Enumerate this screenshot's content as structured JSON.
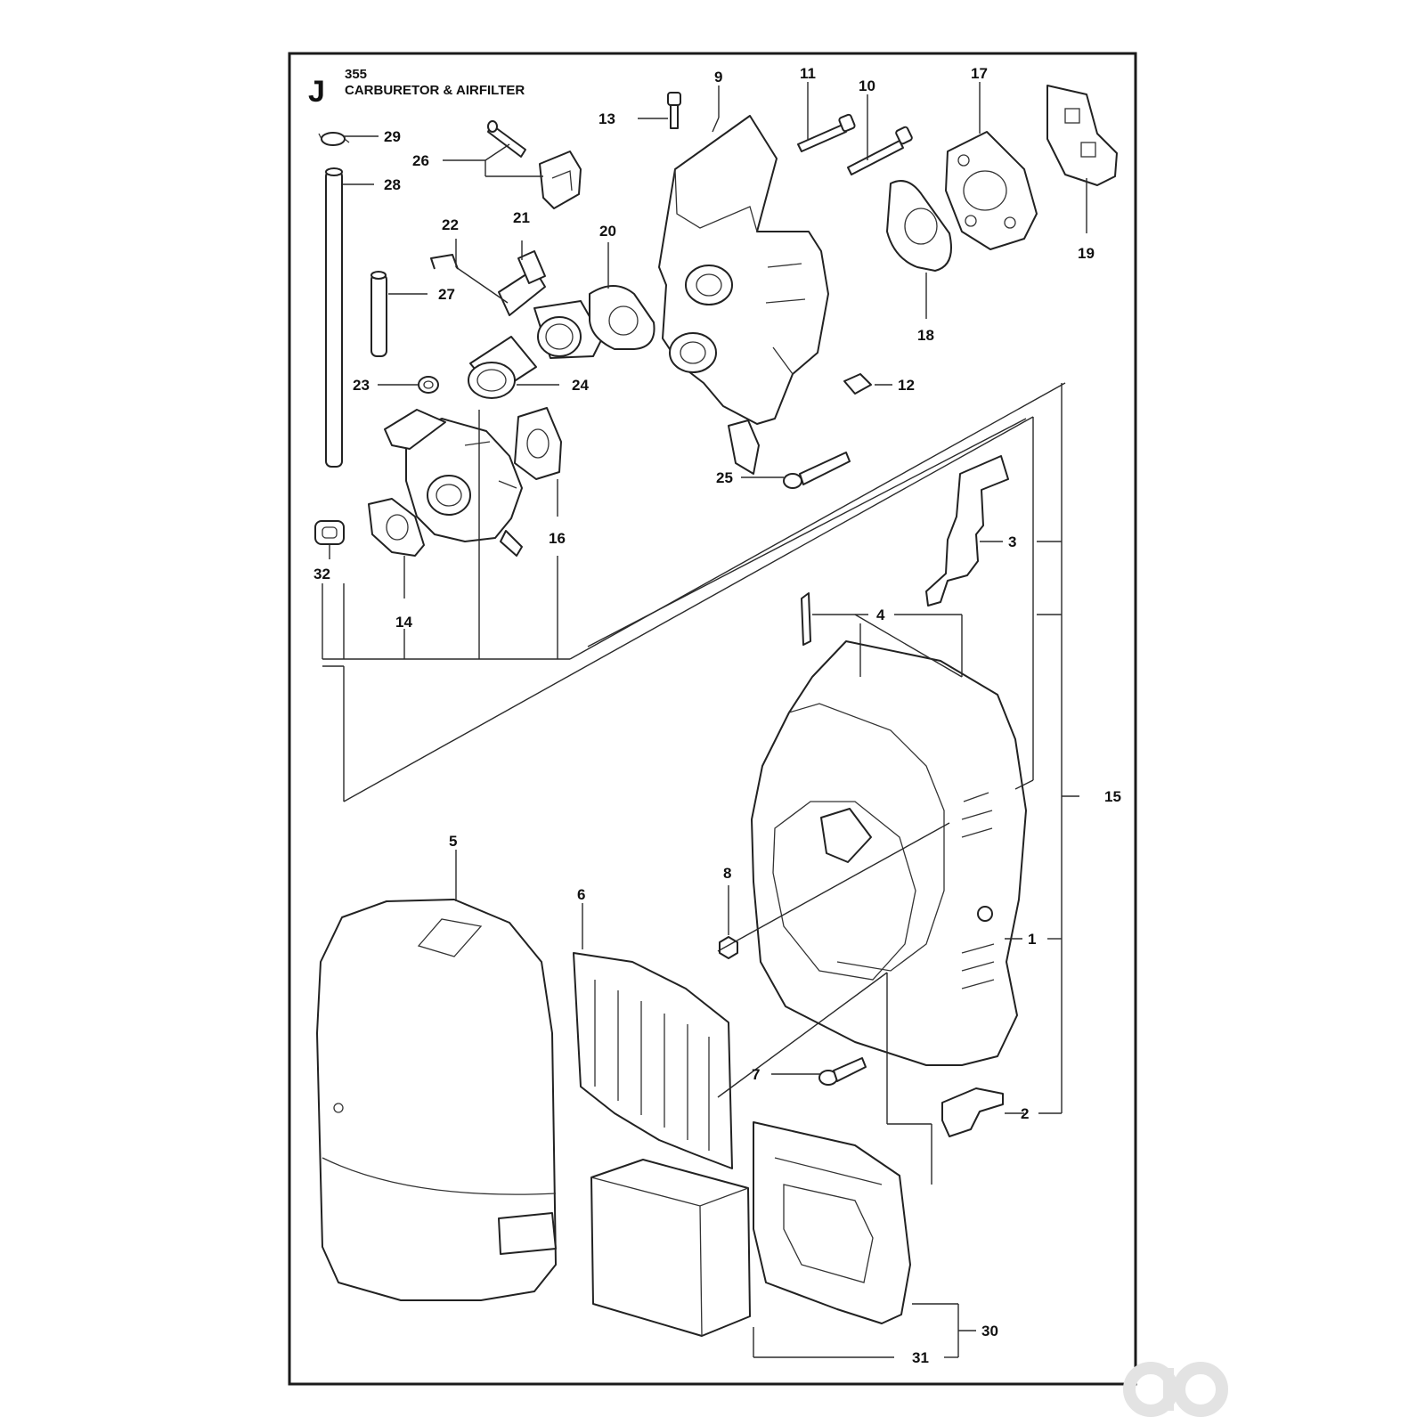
{
  "header": {
    "section_letter": "J",
    "model": "355",
    "title": "CARBURETOR & AIRFILTER"
  },
  "callouts": {
    "p1": "1",
    "p2": "2",
    "p3": "3",
    "p4": "4",
    "p5": "5",
    "p6": "6",
    "p7": "7",
    "p8": "8",
    "p9": "9",
    "p10": "10",
    "p11": "11",
    "p12": "12",
    "p13": "13",
    "p14": "14",
    "p15": "15",
    "p16": "16",
    "p17": "17",
    "p18": "18",
    "p19": "19",
    "p20": "20",
    "p21": "21",
    "p22": "22",
    "p23": "23",
    "p24": "24",
    "p25": "25",
    "p26": "26",
    "p27": "27",
    "p28": "28",
    "p29": "29",
    "p30": "30",
    "p31": "31",
    "p32": "32"
  },
  "watermark": {
    "text": "ao",
    "color": "#e3e3e3"
  }
}
